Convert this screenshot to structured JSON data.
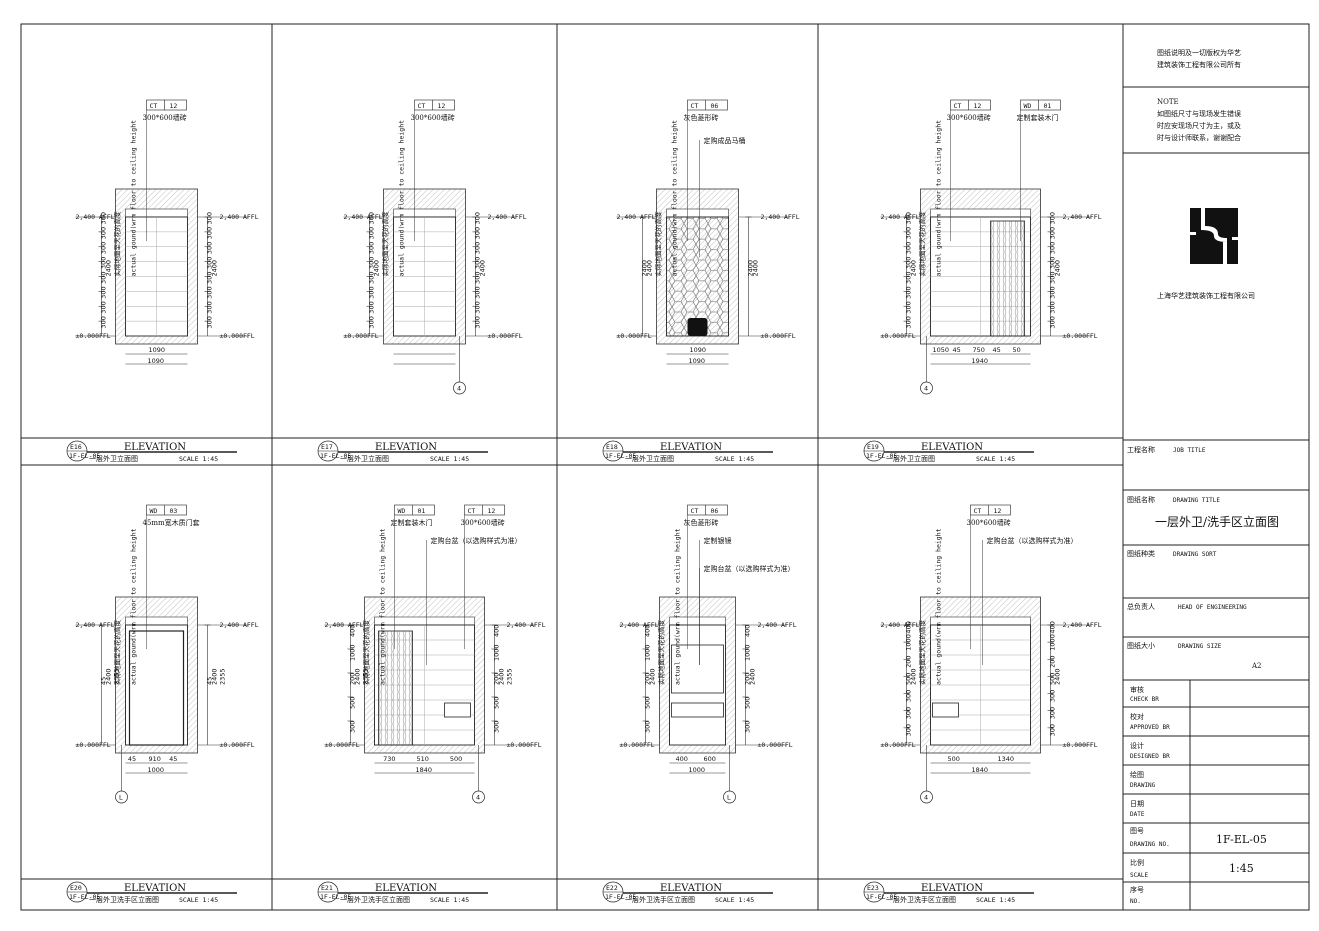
{
  "notes": {
    "copyright": [
      "图纸说明及一切版权为华艺",
      "建筑装饰工程有限公司所有"
    ],
    "note_title": "NOTE",
    "note_lines": [
      "如图纸尺寸与现场发生错误",
      "时应安现场尺寸为主，或及",
      "时与设计师联系，谢谢配合"
    ]
  },
  "company": {
    "name": "上海华艺建筑装饰工程有限公司",
    "logo_icon": "hy-logo-icon"
  },
  "title_block": {
    "job_title_cn": "工程名称",
    "job_title_en": "JOB TITLE",
    "drawing_title_cn": "图纸名称",
    "drawing_title_en": "DRAWING TITLE",
    "drawing_title_value": "一层外卫/洗手区立面图",
    "drawing_sort_cn": "图纸种类",
    "drawing_sort_en": "DRAWING SORT",
    "head_cn": "总负责人",
    "head_en": "HEAD OF ENGINEERING",
    "size_cn": "图纸大小",
    "size_en": "DRAWING SIZE",
    "size_value": "A2",
    "check_cn": "审核",
    "check_en": "CHECK BR",
    "approved_cn": "校对",
    "approved_en": "APPROVED BR",
    "designed_cn": "设计",
    "designed_en": "DESIGNED BR",
    "drawing_cn": "绘图",
    "drawing_en": "DRAWING",
    "date_cn": "日期",
    "date_en": "DATE",
    "no_cn": "图号",
    "no_en": "DRAWING NO.",
    "no_value": "1F-EL-05",
    "scale_cn": "比例",
    "scale_en": "SCALE",
    "scale_value": "1:45",
    "seq_cn": "序号",
    "seq_en": "NO."
  },
  "common": {
    "elevation": "ELEVATION",
    "bubble_sub": "1F-EL-05",
    "afl_top": "2,400 AFFL",
    "afl_bot": "±0.000FFL",
    "vert_text_1": "实际地面至天花的高度",
    "vert_text_2": "actual gound(wrm floor to ceiling height"
  },
  "elevations": [
    {
      "code": "E16",
      "name": "一层外卫立面图",
      "scale": "SCALE 1:45",
      "tags": [
        {
          "code": "CT",
          "num": "12",
          "desc": "300*600墙砖"
        }
      ],
      "notes": [],
      "dims": [
        "1090",
        "1090"
      ],
      "hdims": [
        "2400"
      ],
      "vdims": [
        "300",
        "300",
        "300",
        "300",
        "300",
        "300",
        "300",
        "300"
      ],
      "axis": ""
    },
    {
      "code": "E17",
      "name": "一层外卫立面图",
      "scale": "SCALE 1:45",
      "tags": [
        {
          "code": "CT",
          "num": "12",
          "desc": "300*600墙砖"
        }
      ],
      "notes": [],
      "dims": [],
      "hdims": [
        "2400"
      ],
      "vdims": [
        "300",
        "300",
        "300",
        "300",
        "300",
        "300",
        "300",
        "300"
      ],
      "axis": "4"
    },
    {
      "code": "E18",
      "name": "一层外卫立面图",
      "scale": "SCALE 1:45",
      "tags": [
        {
          "code": "CT",
          "num": "06",
          "desc": "灰色菱形砖"
        }
      ],
      "notes": [
        "定购成品马桶"
      ],
      "dims": [
        "1090",
        "1090"
      ],
      "hdims": [
        "2400"
      ],
      "vdims": [
        "2400"
      ],
      "axis": ""
    },
    {
      "code": "E19",
      "name": "一层外卫立面图",
      "scale": "SCALE 1:45",
      "tags": [
        {
          "code": "CT",
          "num": "12",
          "desc": "300*600墙砖"
        },
        {
          "code": "WD",
          "num": "01",
          "desc": "定制套装木门"
        }
      ],
      "notes": [],
      "dims": [
        "1050",
        "45",
        "750",
        "45",
        "50",
        "1940"
      ],
      "hdims": [
        "2400"
      ],
      "vdims": [
        "300",
        "300",
        "300",
        "300",
        "300",
        "300",
        "300",
        "300"
      ],
      "axis": "4"
    },
    {
      "code": "E20",
      "name": "一层外卫洗手区立面图",
      "scale": "SCALE 1:45",
      "tags": [
        {
          "code": "WD",
          "num": "03",
          "desc": "45mm宽木质门套"
        }
      ],
      "notes": [],
      "dims": [
        "45",
        "910",
        "45",
        "1000"
      ],
      "hdims": [
        "2400",
        "2355"
      ],
      "vdims": [
        "45"
      ],
      "axis": "L"
    },
    {
      "code": "E21",
      "name": "一层外卫洗手区立面图",
      "scale": "SCALE 1:45",
      "tags": [
        {
          "code": "WD",
          "num": "01",
          "desc": "定制套装木门"
        },
        {
          "code": "CT",
          "num": "12",
          "desc": "300*600墙砖"
        }
      ],
      "notes": [
        "定购台盆（以选购样式为准）"
      ],
      "dims": [
        "730",
        "510",
        "500",
        "1840"
      ],
      "hdims": [
        "2400",
        "2355"
      ],
      "vdims": [
        "400",
        "1000",
        "200",
        "500",
        "300"
      ],
      "axis": "4"
    },
    {
      "code": "E22",
      "name": "一层外卫洗手区立面图",
      "scale": "SCALE 1:45",
      "tags": [
        {
          "code": "CT",
          "num": "06",
          "desc": "灰色菱形砖"
        }
      ],
      "notes": [
        "定制银镜",
        "定购台盆（以选购样式为准）"
      ],
      "dims": [
        "400",
        "600",
        "1000"
      ],
      "hdims": [
        "2400"
      ],
      "vdims": [
        "400",
        "1000",
        "200",
        "500",
        "300"
      ],
      "axis": "L"
    },
    {
      "code": "E23",
      "name": "一层外卫洗手区立面图",
      "scale": "SCALE 1:45",
      "tags": [
        {
          "code": "CT",
          "num": "12",
          "desc": "300*600墙砖"
        }
      ],
      "notes": [
        "定购台盆（以选购样式为准）"
      ],
      "dims": [
        "500",
        "1340",
        "1840"
      ],
      "hdims": [
        "2400"
      ],
      "vdims": [
        "400",
        "1000",
        "200",
        "500",
        "300",
        "300",
        "300"
      ],
      "axis": "4"
    }
  ]
}
